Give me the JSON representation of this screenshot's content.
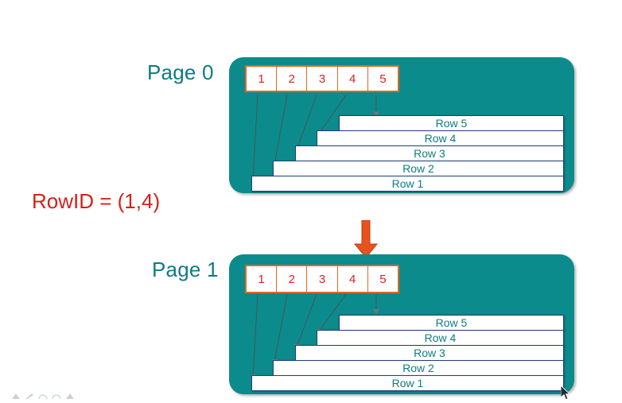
{
  "diagram": {
    "title_caption": "RowID = (1,4)",
    "colors": {
      "panel_teal": "#0C8B8C",
      "slot_border_orange": "#E2681F",
      "slot_number_red": "#E02020",
      "row_border_navy": "#1F3E7C",
      "row_text_teal": "#0E7C82",
      "label_teal": "#0E7C82",
      "caption_red": "#D91E18",
      "arrow_orange": "#E8521E",
      "page_background": "#FFFFFF"
    },
    "pages": [
      {
        "label": "Page 0",
        "slots": [
          "1",
          "2",
          "3",
          "4",
          "5"
        ],
        "rows": [
          {
            "label": "Row 5"
          },
          {
            "label": "Row 4"
          },
          {
            "label": "Row 3"
          },
          {
            "label": "Row 2"
          },
          {
            "label": "Row 1"
          }
        ]
      },
      {
        "label": "Page 1",
        "slots": [
          "1",
          "2",
          "3",
          "4",
          "5"
        ],
        "rows": [
          {
            "label": "Row 5"
          },
          {
            "label": "Row 4"
          },
          {
            "label": "Row 3"
          },
          {
            "label": "Row 2"
          },
          {
            "label": "Row 1"
          }
        ],
        "highlighted_slot": "4"
      }
    ],
    "annotations": {
      "arrow": {
        "name": "insert-pointer-arrow",
        "points_to_slot": "4",
        "direction": "down"
      },
      "cursor": {
        "name": "mouse-cursor"
      }
    }
  },
  "toolbar": {
    "icons": [
      "shape-icon",
      "pen-icon",
      "arc-icon",
      "arc-icon",
      "shape-icon"
    ]
  }
}
